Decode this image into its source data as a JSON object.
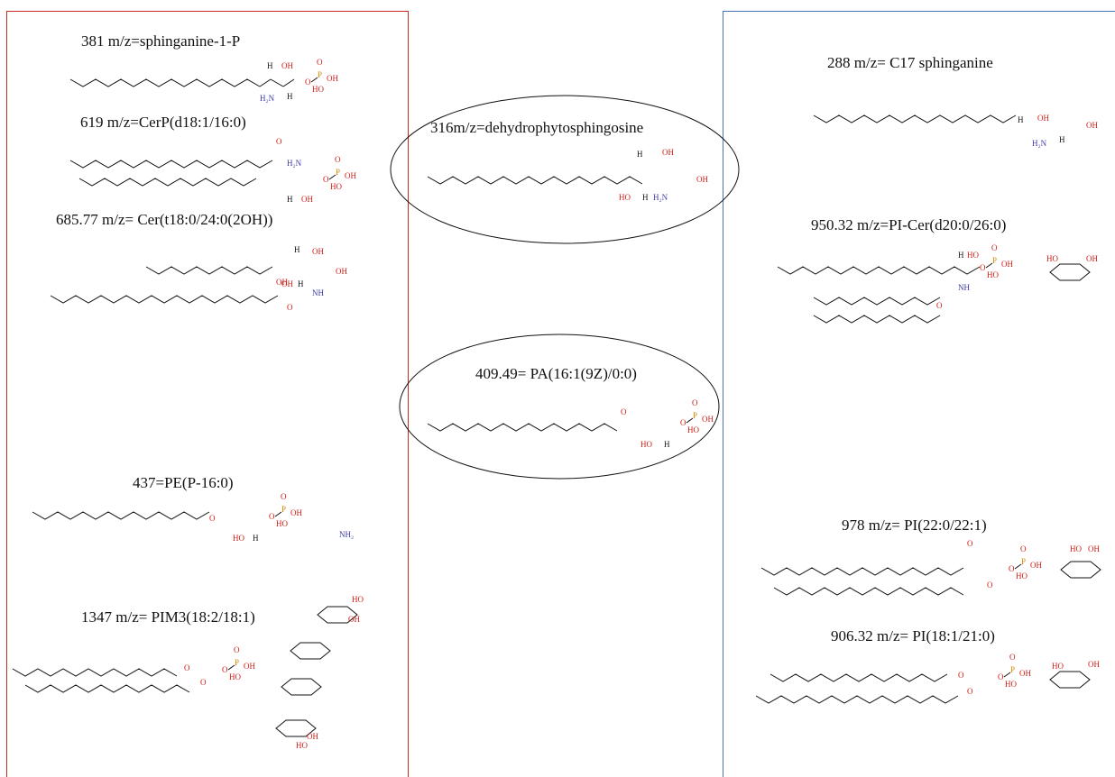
{
  "labels": {
    "left": [
      "381 m/z=sphinganine-1-P",
      "619 m/z=CerP(d18:1/16:0)",
      "685.77 m/z= Cer(t18:0/24:0(2OH))",
      "437=PE(P-16:0)",
      "1347 m/z= PIM3(18:2/18:1)"
    ],
    "middle": [
      "316m/z=dehydrophytosphingosine",
      "409.49= PA(16:1(9Z)/0:0)"
    ],
    "right": [
      "288 m/z= C17 sphinganine",
      "950.32 m/z=PI-Cer(d20:0/26:0)",
      "978 m/z= PI(22:0/22:1)",
      "906.32 m/z= PI(18:1/21:0)"
    ]
  },
  "atoms": {
    "oh": "OH",
    "ho": "HO",
    "h": "H",
    "o": "O",
    "p": "P",
    "h2n": "H₂N",
    "nh": "NH",
    "nh2": "NH₂"
  },
  "colors": {
    "left_panel": "#c62a21",
    "right_panel": "#4a72b8",
    "oxygen": "#d0201a",
    "nitrogen": "#3a3aa8",
    "phosphorus": "#d68a00"
  }
}
